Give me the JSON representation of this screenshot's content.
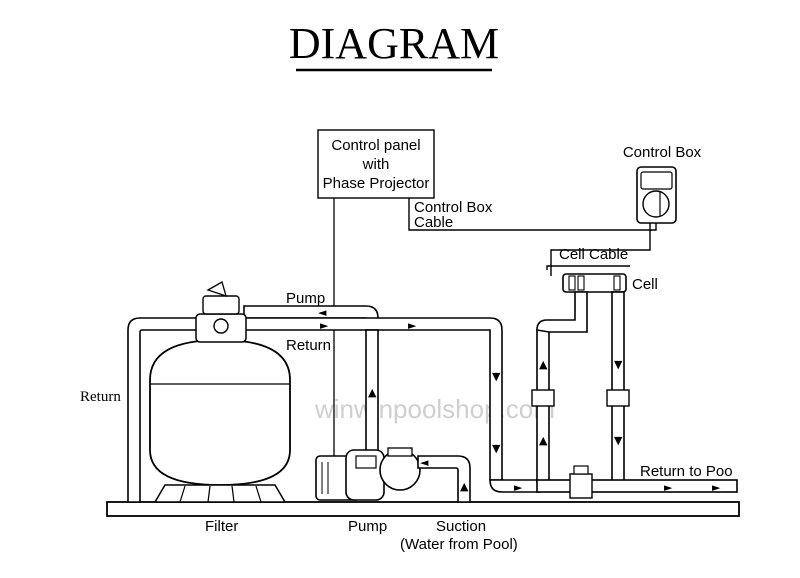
{
  "title": "DIAGRAM",
  "watermark": "winwinpoolshop.com",
  "labels": {
    "control_panel_line1": "Control panel",
    "control_panel_line2": "with",
    "control_panel_line3": "Phase Projector",
    "control_box": "Control Box",
    "control_box_cable_line1": "Control Box",
    "control_box_cable_line2": "Cable",
    "cell_cable": "Cell Cable",
    "cell": "Cell",
    "pump_top": "Pump",
    "return_top": "Return",
    "return_left": "Return",
    "return_to_pool": "Return to Poo",
    "filter": "Filter",
    "pump_bottom": "Pump",
    "suction_line1": "Suction",
    "suction_line2": "(Water from Pool)"
  }
}
